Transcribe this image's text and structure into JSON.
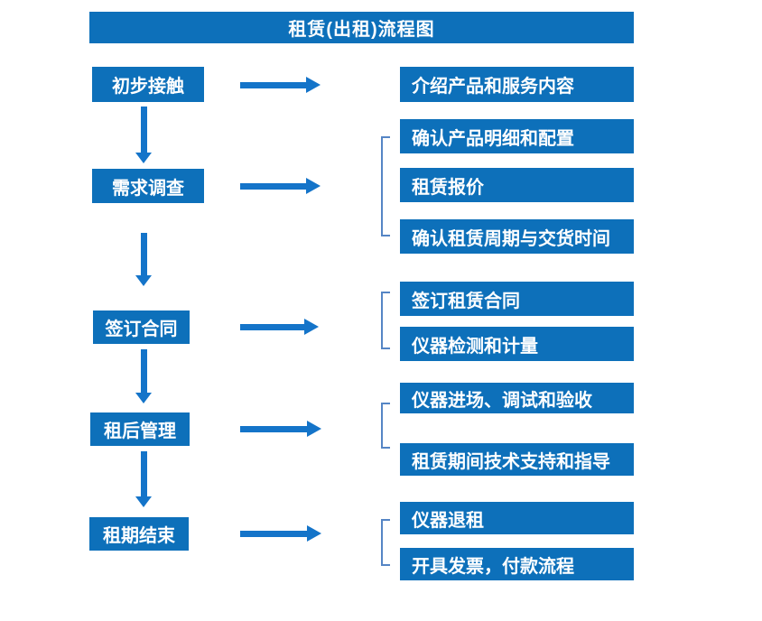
{
  "title": "租赁(出租)流程图",
  "colors": {
    "box_blue": "#0d70ba",
    "arrow_blue": "#1474c9",
    "bracket_blue": "#5585c5",
    "text_white": "#ffffff",
    "background": "#ffffff"
  },
  "steps": [
    {
      "label": "初步接触",
      "details": [
        "介绍产品和服务内容"
      ]
    },
    {
      "label": "需求调查",
      "details": [
        "确认产品明细和配置",
        "租赁报价",
        "确认租赁周期与交货时间"
      ]
    },
    {
      "label": "签订合同",
      "details": [
        "签订租赁合同",
        "仪器检测和计量"
      ]
    },
    {
      "label": "租后管理",
      "details": [
        "仪器进场、调试和验收",
        "租赁期间技术支持和指导"
      ]
    },
    {
      "label": "租期结束",
      "details": [
        "仪器退租",
        "开具发票，付款流程"
      ]
    }
  ]
}
